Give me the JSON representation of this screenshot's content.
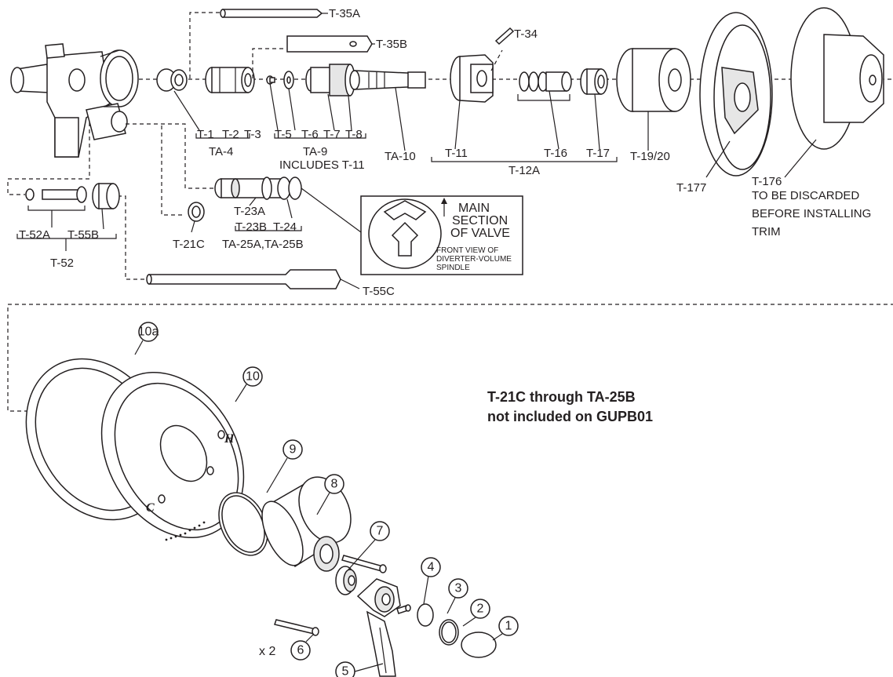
{
  "labels": {
    "t35a": "T-35A",
    "t35b": "T-35B",
    "t34": "T-34",
    "t1": "T-1",
    "t2": "T-2",
    "t3": "T-3",
    "ta4": "TA-4",
    "t5": "T-5",
    "t6": "T-6",
    "t7": "T-7",
    "t8": "T-8",
    "ta9": "TA-9",
    "ta9_note": "INCLUDES T-11",
    "ta10": "TA-10",
    "t11": "T-11",
    "t16": "T-16",
    "t17": "T-17",
    "t12a": "T-12A",
    "t1920": "T-19/20",
    "t177": "T-177",
    "t176": "T-176",
    "t176_note1": "TO BE DISCARDED",
    "t176_note2": "BEFORE INSTALLING",
    "t176_note3": "TRIM",
    "t52a": "T-52A",
    "t55b": "T-55B",
    "t52": "T-52",
    "t21c": "T-21C",
    "t23a": "T-23A",
    "t23b": "T-23B",
    "t24": "T-24",
    "ta25": "TA-25A,TA-25B",
    "t55c": "T-55C"
  },
  "inset": {
    "main1": "MAIN",
    "main2": "SECTION",
    "main3": "OF VALVE",
    "front1": "FRONT VIEW OF",
    "front2": "DIVERTER-VOLUME",
    "front3": "SPINDLE"
  },
  "callouts": {
    "c1": "1",
    "c2": "2",
    "c3": "3",
    "c4": "4",
    "c5": "5",
    "c6": "6",
    "c7": "7",
    "c8": "8",
    "c9": "9",
    "c10": "10",
    "c10a": "10a",
    "qty": "x 2"
  },
  "escutcheon": {
    "c_letter": "C",
    "h_letter": "H"
  },
  "note": {
    "line1": "T-21C through TA-25B",
    "line2": "not included on GUPB01"
  }
}
